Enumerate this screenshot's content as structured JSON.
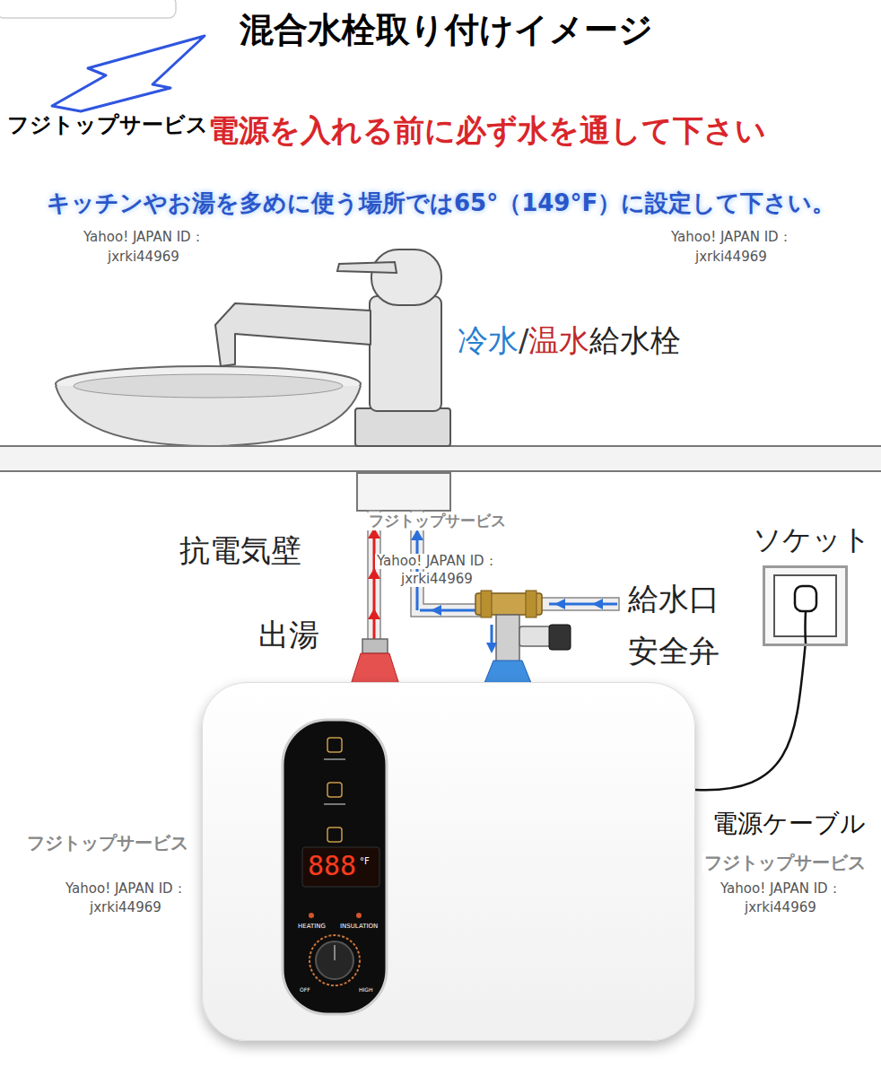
{
  "diagram": {
    "title": "混合水栓取り付けイメージ",
    "nodes": [
      {
        "text": [
          "ソケット"
        ]
      },
      {
        "text": [
          "888",
          "°F",
          "HEATING",
          "INSULATION",
          "OFF",
          "HIGH"
        ]
      }
    ],
    "edges": [
      {
        "from": 0,
        "to": 1,
        "arrow": "none",
        "label": "電源ケーブル"
      }
    ],
    "labels": [
      "フジトップサービス",
      "電源を入れる前に必ず水を通して下さい",
      "キッチンやお湯を多めに使う場所では65°（149°F）に設定して下さい。",
      "Yahoo! JAPAN ID：",
      "jxrki44969",
      "Yahoo! JAPAN ID：",
      "jxrki44969",
      "冷水",
      "/",
      "温水",
      "給水栓",
      "フジトップサービス",
      "抗電気壁",
      "Yahoo! JAPAN ID：",
      "jxrki44969",
      "給水口",
      "出湯",
      "安全弁",
      "フジトップサービス",
      "フジトップサービス",
      "Yahoo! JAPAN ID：",
      "jxrki44969",
      "Yahoo! JAPAN ID：",
      "jxrki44969"
    ]
  }
}
